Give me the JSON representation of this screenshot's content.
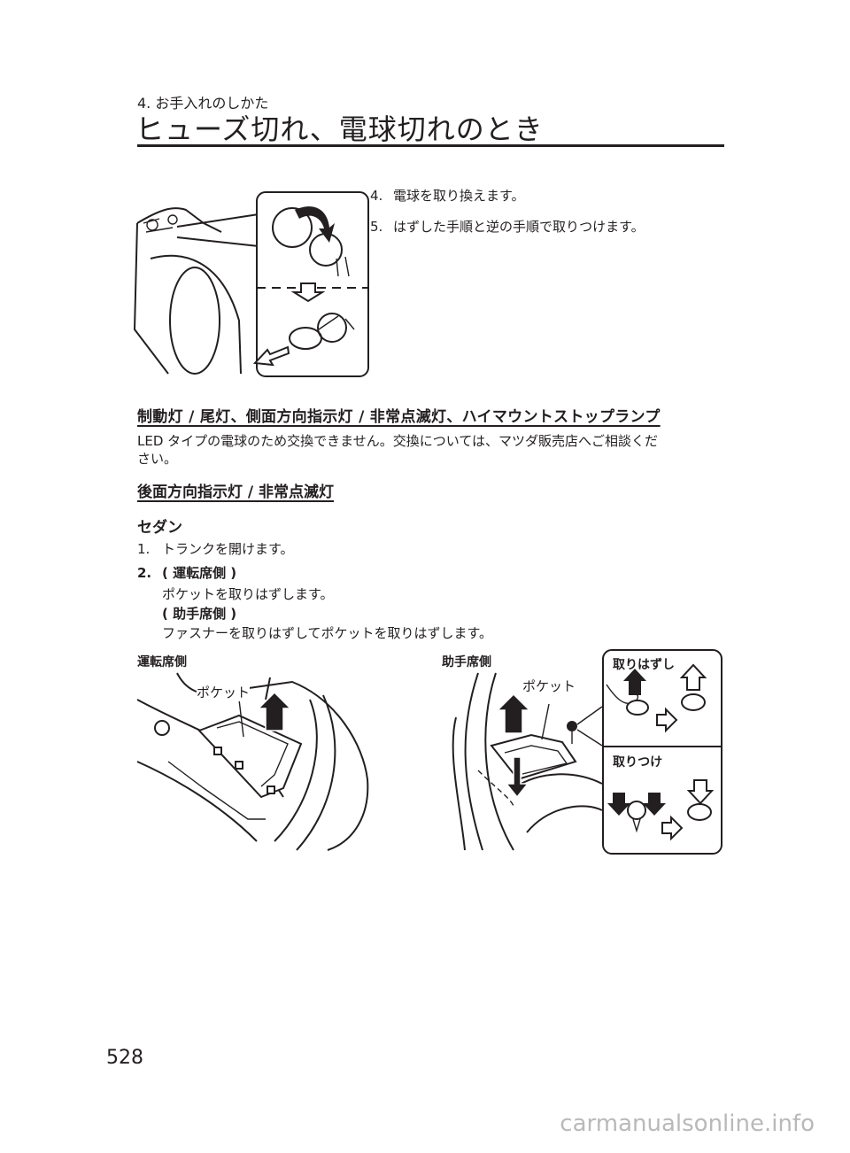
{
  "header": {
    "chapter": "4. お手入れのしかた",
    "title": "ヒューズ切れ、電球切れのとき"
  },
  "top_steps": [
    {
      "num": "4.",
      "text": "電球を取り換えます。"
    },
    {
      "num": "5.",
      "text": "はずした手順と逆の手順で取りつけます。"
    }
  ],
  "section1": {
    "heading": "制動灯 / 尾灯、側面方向指示灯 / 非常点滅灯、ハイマウントストップランプ",
    "body_line1": "LED タイプの電球のため交換できません。交換については、マツダ販売店へご相談くだ",
    "body_line2": "さい。"
  },
  "section2": {
    "heading": "後面方向指示灯 / 非常点滅灯",
    "subheading": "セダン",
    "step1_num": "1.",
    "step1_text": "トランクを開けます。",
    "step2_num": "2.",
    "driver_label": "( 運転席側 )",
    "driver_text": "ポケットを取りはずします。",
    "passenger_label": "( 助手席側 )",
    "passenger_text": "ファスナーを取りはずしてポケットを取りはずします。"
  },
  "figures": {
    "driver_side": "運転席側",
    "passenger_side": "助手席側",
    "pocket": "ポケット",
    "remove": "取りはずし",
    "install": "取りつけ"
  },
  "page_number": "528",
  "watermark": "carmanualsonline.info"
}
